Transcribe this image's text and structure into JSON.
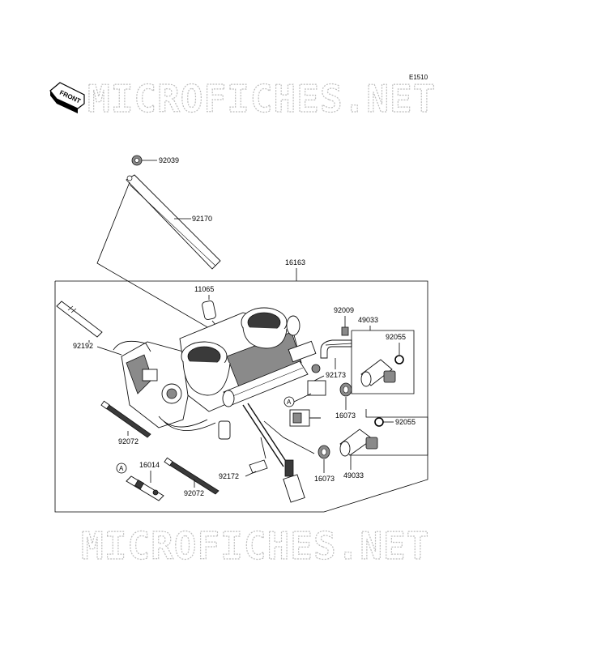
{
  "diagram_code": "E1510",
  "front_label": "FRONT",
  "watermark": "MICROFICHES.NET",
  "ref_marker": "A",
  "parts": {
    "p92039": "92039",
    "p92170": "92170",
    "p16163": "16163",
    "p11065": "11065",
    "p92009": "92009",
    "p49033_top": "49033",
    "p92055_top": "92055",
    "p92192": "92192",
    "p92173": "92173",
    "p16073_top": "16073",
    "p92055_bot": "92055",
    "p92072_left": "92072",
    "p16014": "16014",
    "p92172": "92172",
    "p16073_bot": "16073",
    "p49033_bot": "49033",
    "p92072_bot": "92072"
  }
}
